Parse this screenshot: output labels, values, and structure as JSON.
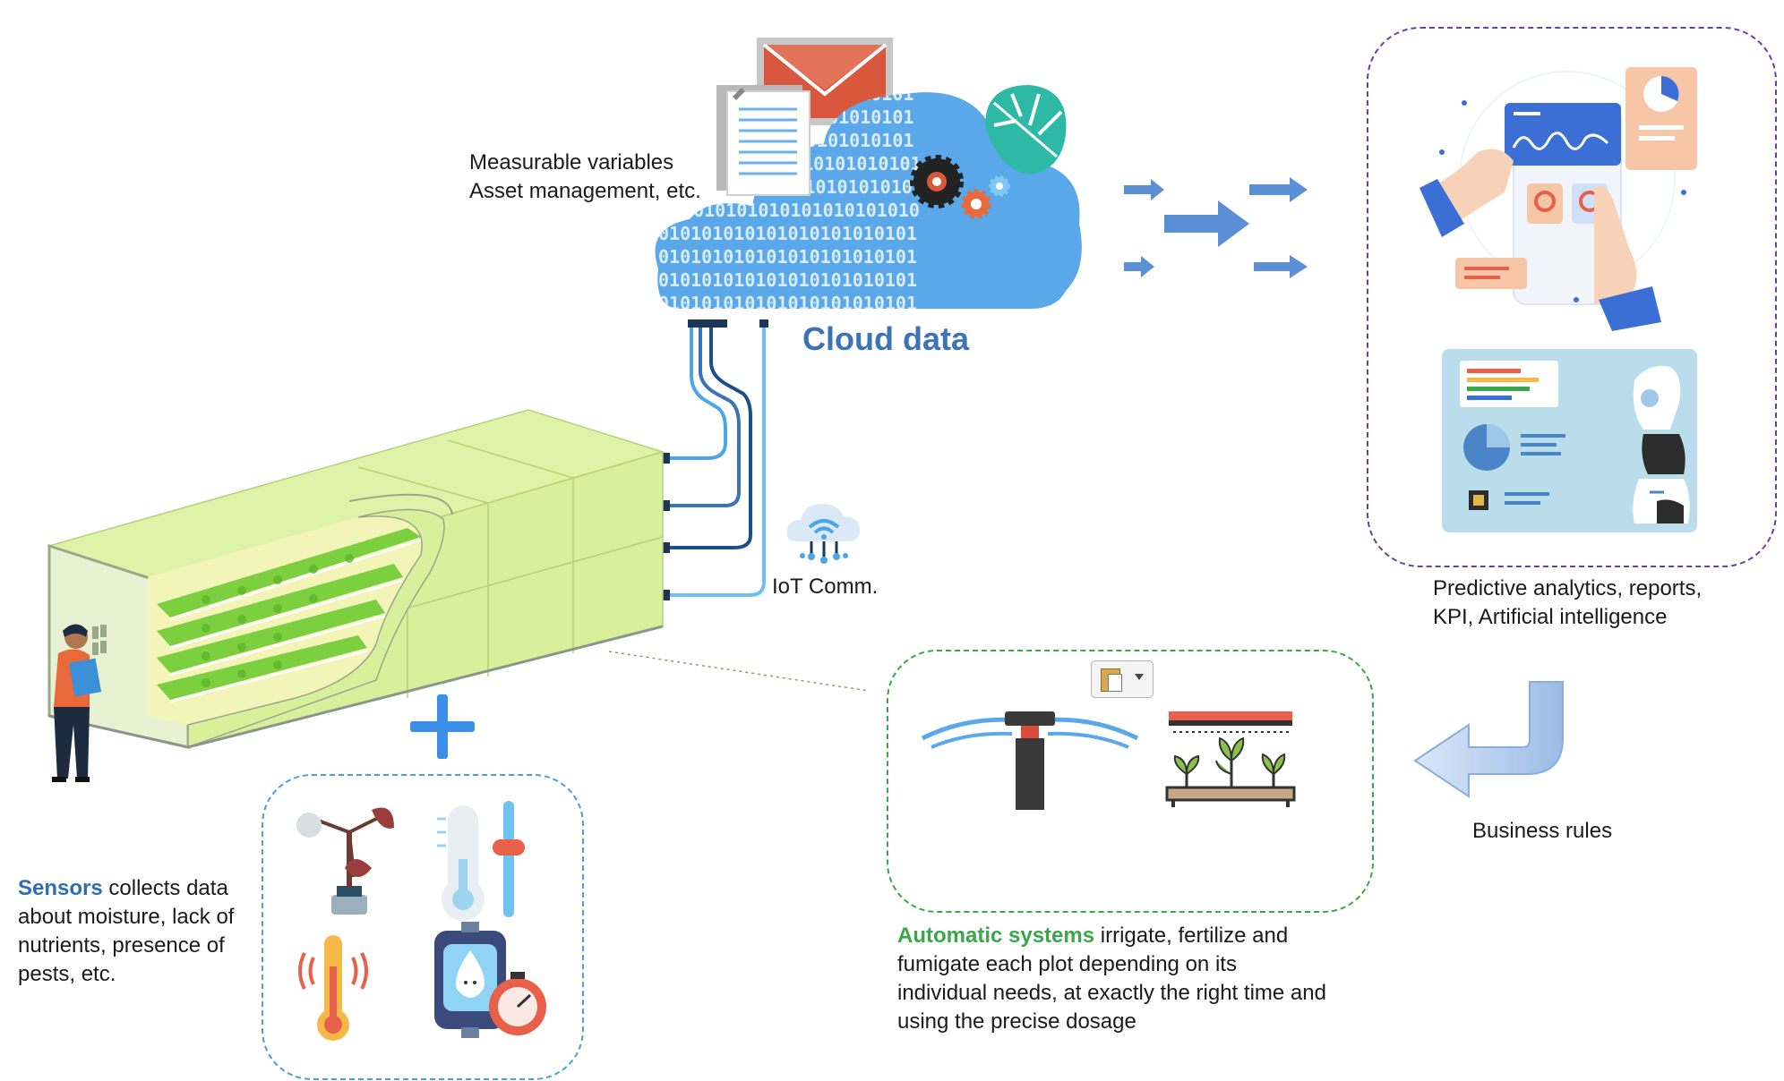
{
  "top_label": {
    "line1": "Measurable variables",
    "line2": "Asset management, etc."
  },
  "cloud": {
    "title": "Cloud data",
    "binary_text": "0101010101010101010101010",
    "accent": "#3b73b9"
  },
  "iot": {
    "label": "IoT Comm."
  },
  "analytics": {
    "line1": "Predictive analytics, reports,",
    "line2": "KPI, Artificial intelligence",
    "border_color": "#6a3fa0"
  },
  "business_rules": {
    "label": "Business rules"
  },
  "sensors": {
    "keyword": "Sensors",
    "rest_line1": " collects data",
    "line2": "about moisture, lack of",
    "line3": "nutrients, presence of",
    "line4": "pests, etc.",
    "keyword_color": "#2f6db5",
    "border_color": "#4a9ee0"
  },
  "automatic": {
    "keyword": "Automatic systems",
    "rest_line1": " irrigate, fertilize and",
    "line2": "fumigate each plot depending on its",
    "line3": "individual needs, at exactly the right time and",
    "line4": "using the precise dosage",
    "keyword_color": "#3aa74a",
    "border_color": "#3aa74a"
  },
  "icons": {
    "email": "envelope-icon",
    "document": "document-icon",
    "gear": "gear-icon",
    "leaf": "monstera-leaf-icon",
    "wifi_cloud": "wifi-cloud-icon",
    "anemometer": "anemometer-icon",
    "thermometer_slider": "thermometer-slider-icon",
    "heat_thermometer": "heat-thermometer-icon",
    "water_meter": "water-meter-icon",
    "sprinkler": "sprinkler-icon",
    "grow_bed": "grow-bed-icon",
    "paste_options": "paste-options-icon",
    "plus": "plus-icon"
  }
}
